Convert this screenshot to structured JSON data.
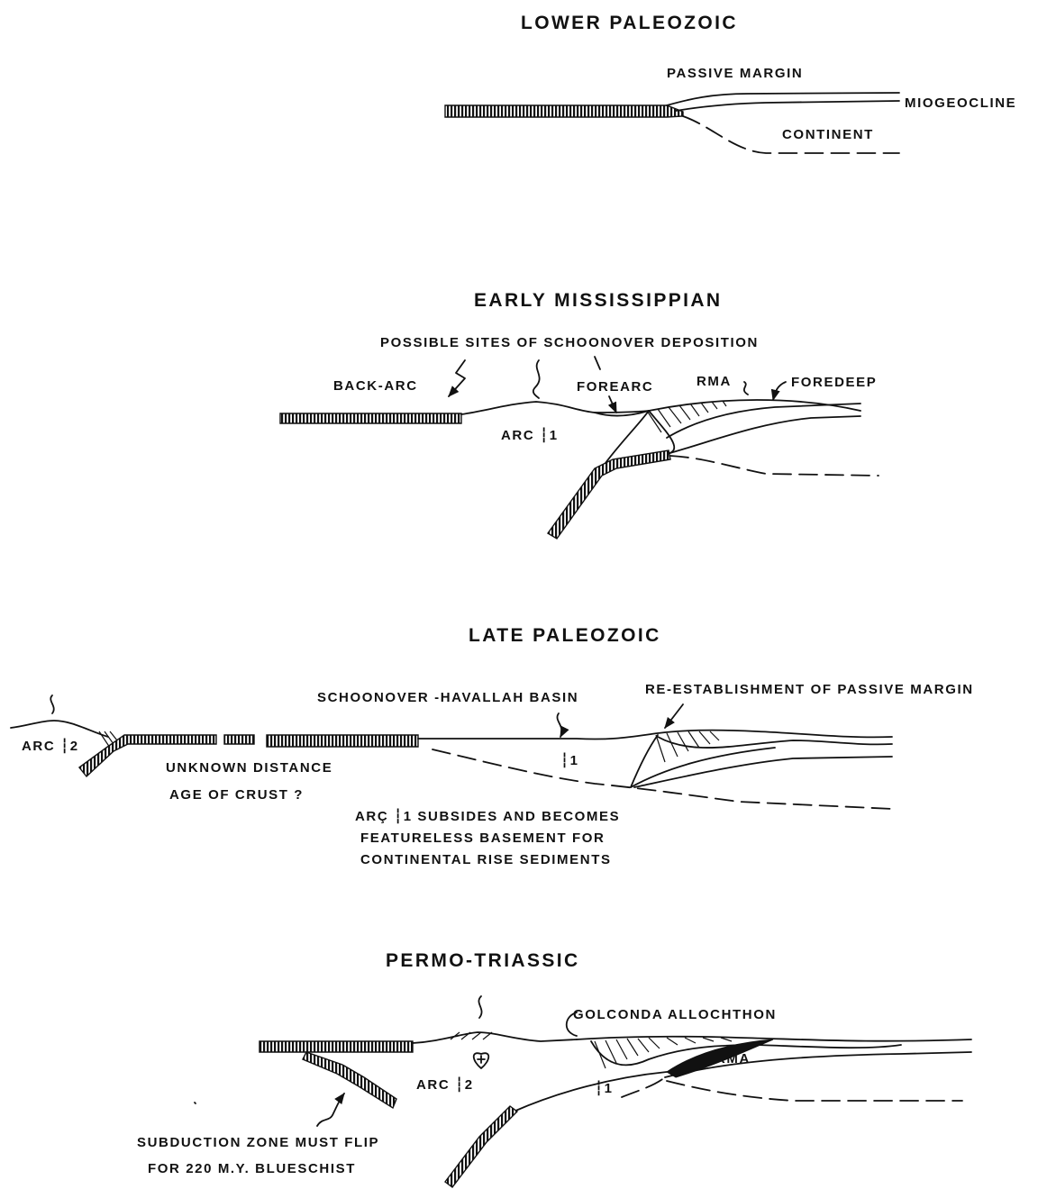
{
  "panels": {
    "lower_paleozoic": {
      "title": "LOWER PALEOZOIC",
      "passive_margin": "PASSIVE MARGIN",
      "miogeocline": "MIOGEOCLINE",
      "continent": "CONTINENT"
    },
    "early_mississippian": {
      "title": "EARLY MISSISSIPPIAN",
      "possible_sites": "POSSIBLE SITES OF SCHOONOVER  DEPOSITION",
      "back_arc": "BACK-ARC",
      "forearc": "FOREARC",
      "rma": "RMA",
      "foredeep": "FOREDEEP",
      "arc1": "ARC ┆1"
    },
    "late_paleozoic": {
      "title": "LATE PALEOZOIC",
      "basin": "SCHOONOVER -HAVALLAH BASIN",
      "reestablishment": "RE-ESTABLISHMENT OF PASSIVE MARGIN",
      "arc2": "ARC ┆2",
      "arc1_short": "┆1",
      "unknown_distance": "UNKNOWN DISTANCE",
      "age_of_crust": "AGE OF CRUST  ?",
      "note_line1": "ARÇ ┆1 SUBSIDES AND BECOMES",
      "note_line2": "FEATURELESS BASEMENT  FOR",
      "note_line3": "CONTINENTAL RISE SEDIMENTS"
    },
    "permo_triassic": {
      "title": "PERMO-TRIASSIC",
      "golconda": "GOLCONDA ALLOCHTHON",
      "rma": "RMA",
      "arc2": "ARC ┆2",
      "arc1_short": "┆1",
      "subduction_line1": "SUBDUCTION ZONE MUST FLIP",
      "subduction_line2": "FOR 220 M.Y. BLUESCHIST"
    }
  }
}
